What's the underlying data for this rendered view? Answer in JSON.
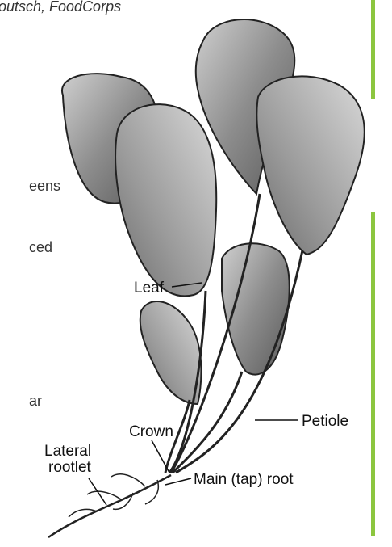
{
  "credit_fragment": "outsch, FoodCorps",
  "text_fragments": [
    "eens",
    "ced",
    "ar"
  ],
  "colors": {
    "accent_rule": "#8cc63f",
    "ink": "#111111"
  },
  "diagram": {
    "labels": {
      "leaf": "Leaf",
      "crown": "Crown",
      "petiole": "Petiole",
      "lateral_rootlet_line1": "Lateral",
      "lateral_rootlet_line2": "rootlet",
      "main_root": "Main (tap) root"
    }
  }
}
